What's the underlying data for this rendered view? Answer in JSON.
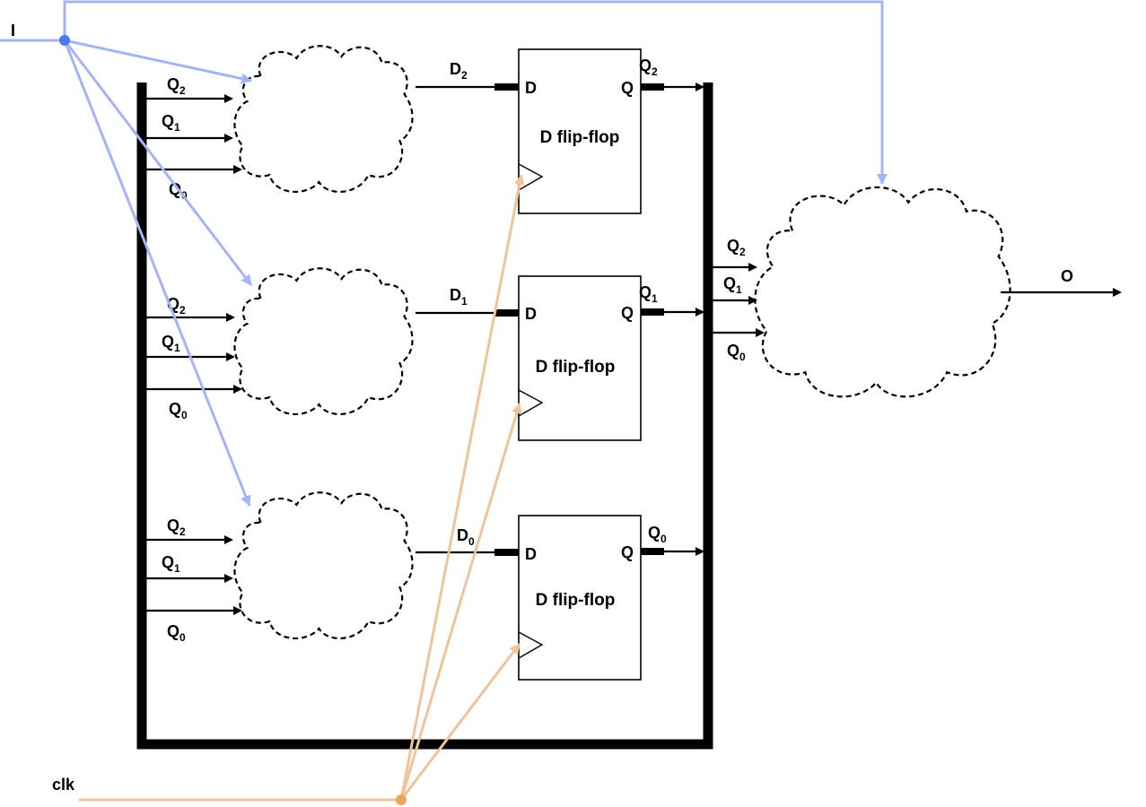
{
  "signals": {
    "input": "I",
    "output": "O",
    "clock": "clk"
  },
  "flip_flops": [
    {
      "title": "D flip-flop",
      "d_pin": "D",
      "q_pin": "Q",
      "d_base": "D",
      "d_sub": "2",
      "q_base": "Q",
      "q_sub": "2"
    },
    {
      "title": "D flip-flop",
      "d_pin": "D",
      "q_pin": "Q",
      "d_base": "D",
      "d_sub": "1",
      "q_base": "Q",
      "q_sub": "1"
    },
    {
      "title": "D flip-flop",
      "d_pin": "D",
      "q_pin": "Q",
      "d_base": "D",
      "d_sub": "0",
      "q_base": "Q",
      "q_sub": "0"
    }
  ],
  "next_state_inputs": [
    {
      "base": "Q",
      "sub": "2"
    },
    {
      "base": "Q",
      "sub": "1"
    },
    {
      "base": "Q",
      "sub": "0"
    }
  ],
  "output_logic_inputs": [
    {
      "base": "Q",
      "sub": "2"
    },
    {
      "base": "Q",
      "sub": "1"
    },
    {
      "base": "Q",
      "sub": "0"
    }
  ],
  "colors": {
    "input_wire": "#a4b4f4",
    "input_node": "#4d79f0",
    "clock_wire": "#f0c49a",
    "clock_node": "#e8a658",
    "bus": "#000000"
  }
}
